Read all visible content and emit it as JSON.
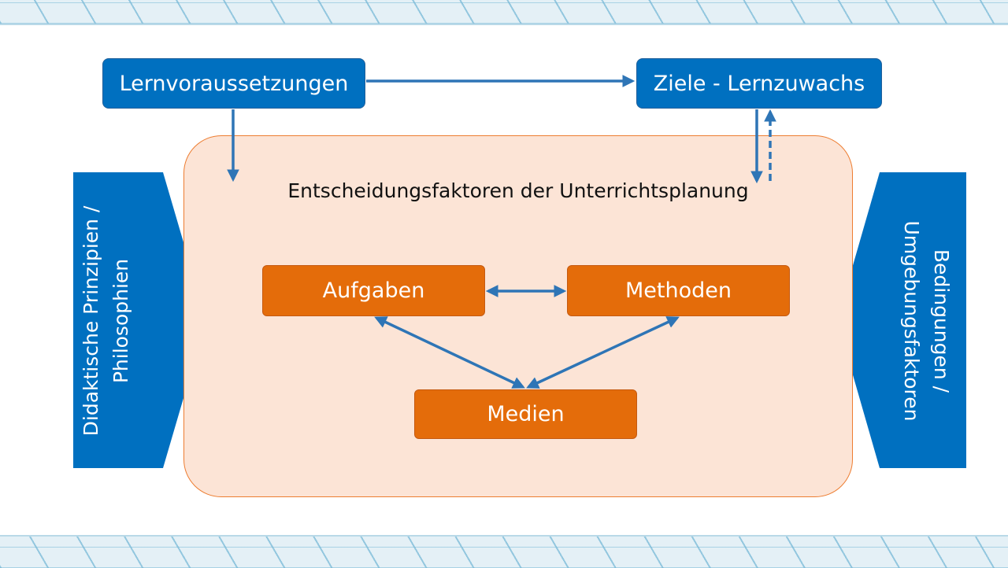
{
  "diagram": {
    "top_left_box": "Lernvoraussetzungen",
    "top_right_box": "Ziele - Lernzuwachs",
    "panel_title": "Entscheidungsfaktoren der Unterrichtsplanung",
    "node_tasks": "Aufgaben",
    "node_methods": "Methoden",
    "node_media": "Medien",
    "left_side": {
      "line1": "Didaktische Prinzipien /",
      "line2": "Philosophien"
    },
    "right_side": {
      "line1": "Bedingungen /",
      "line2": "Umgebungsfaktoren"
    }
  },
  "colors": {
    "blue": "#0070c0",
    "blue_arrow": "#2e75b6",
    "orange": "#e46c0a",
    "panel_fill": "#fce4d6",
    "panel_border": "#ed7d31"
  }
}
